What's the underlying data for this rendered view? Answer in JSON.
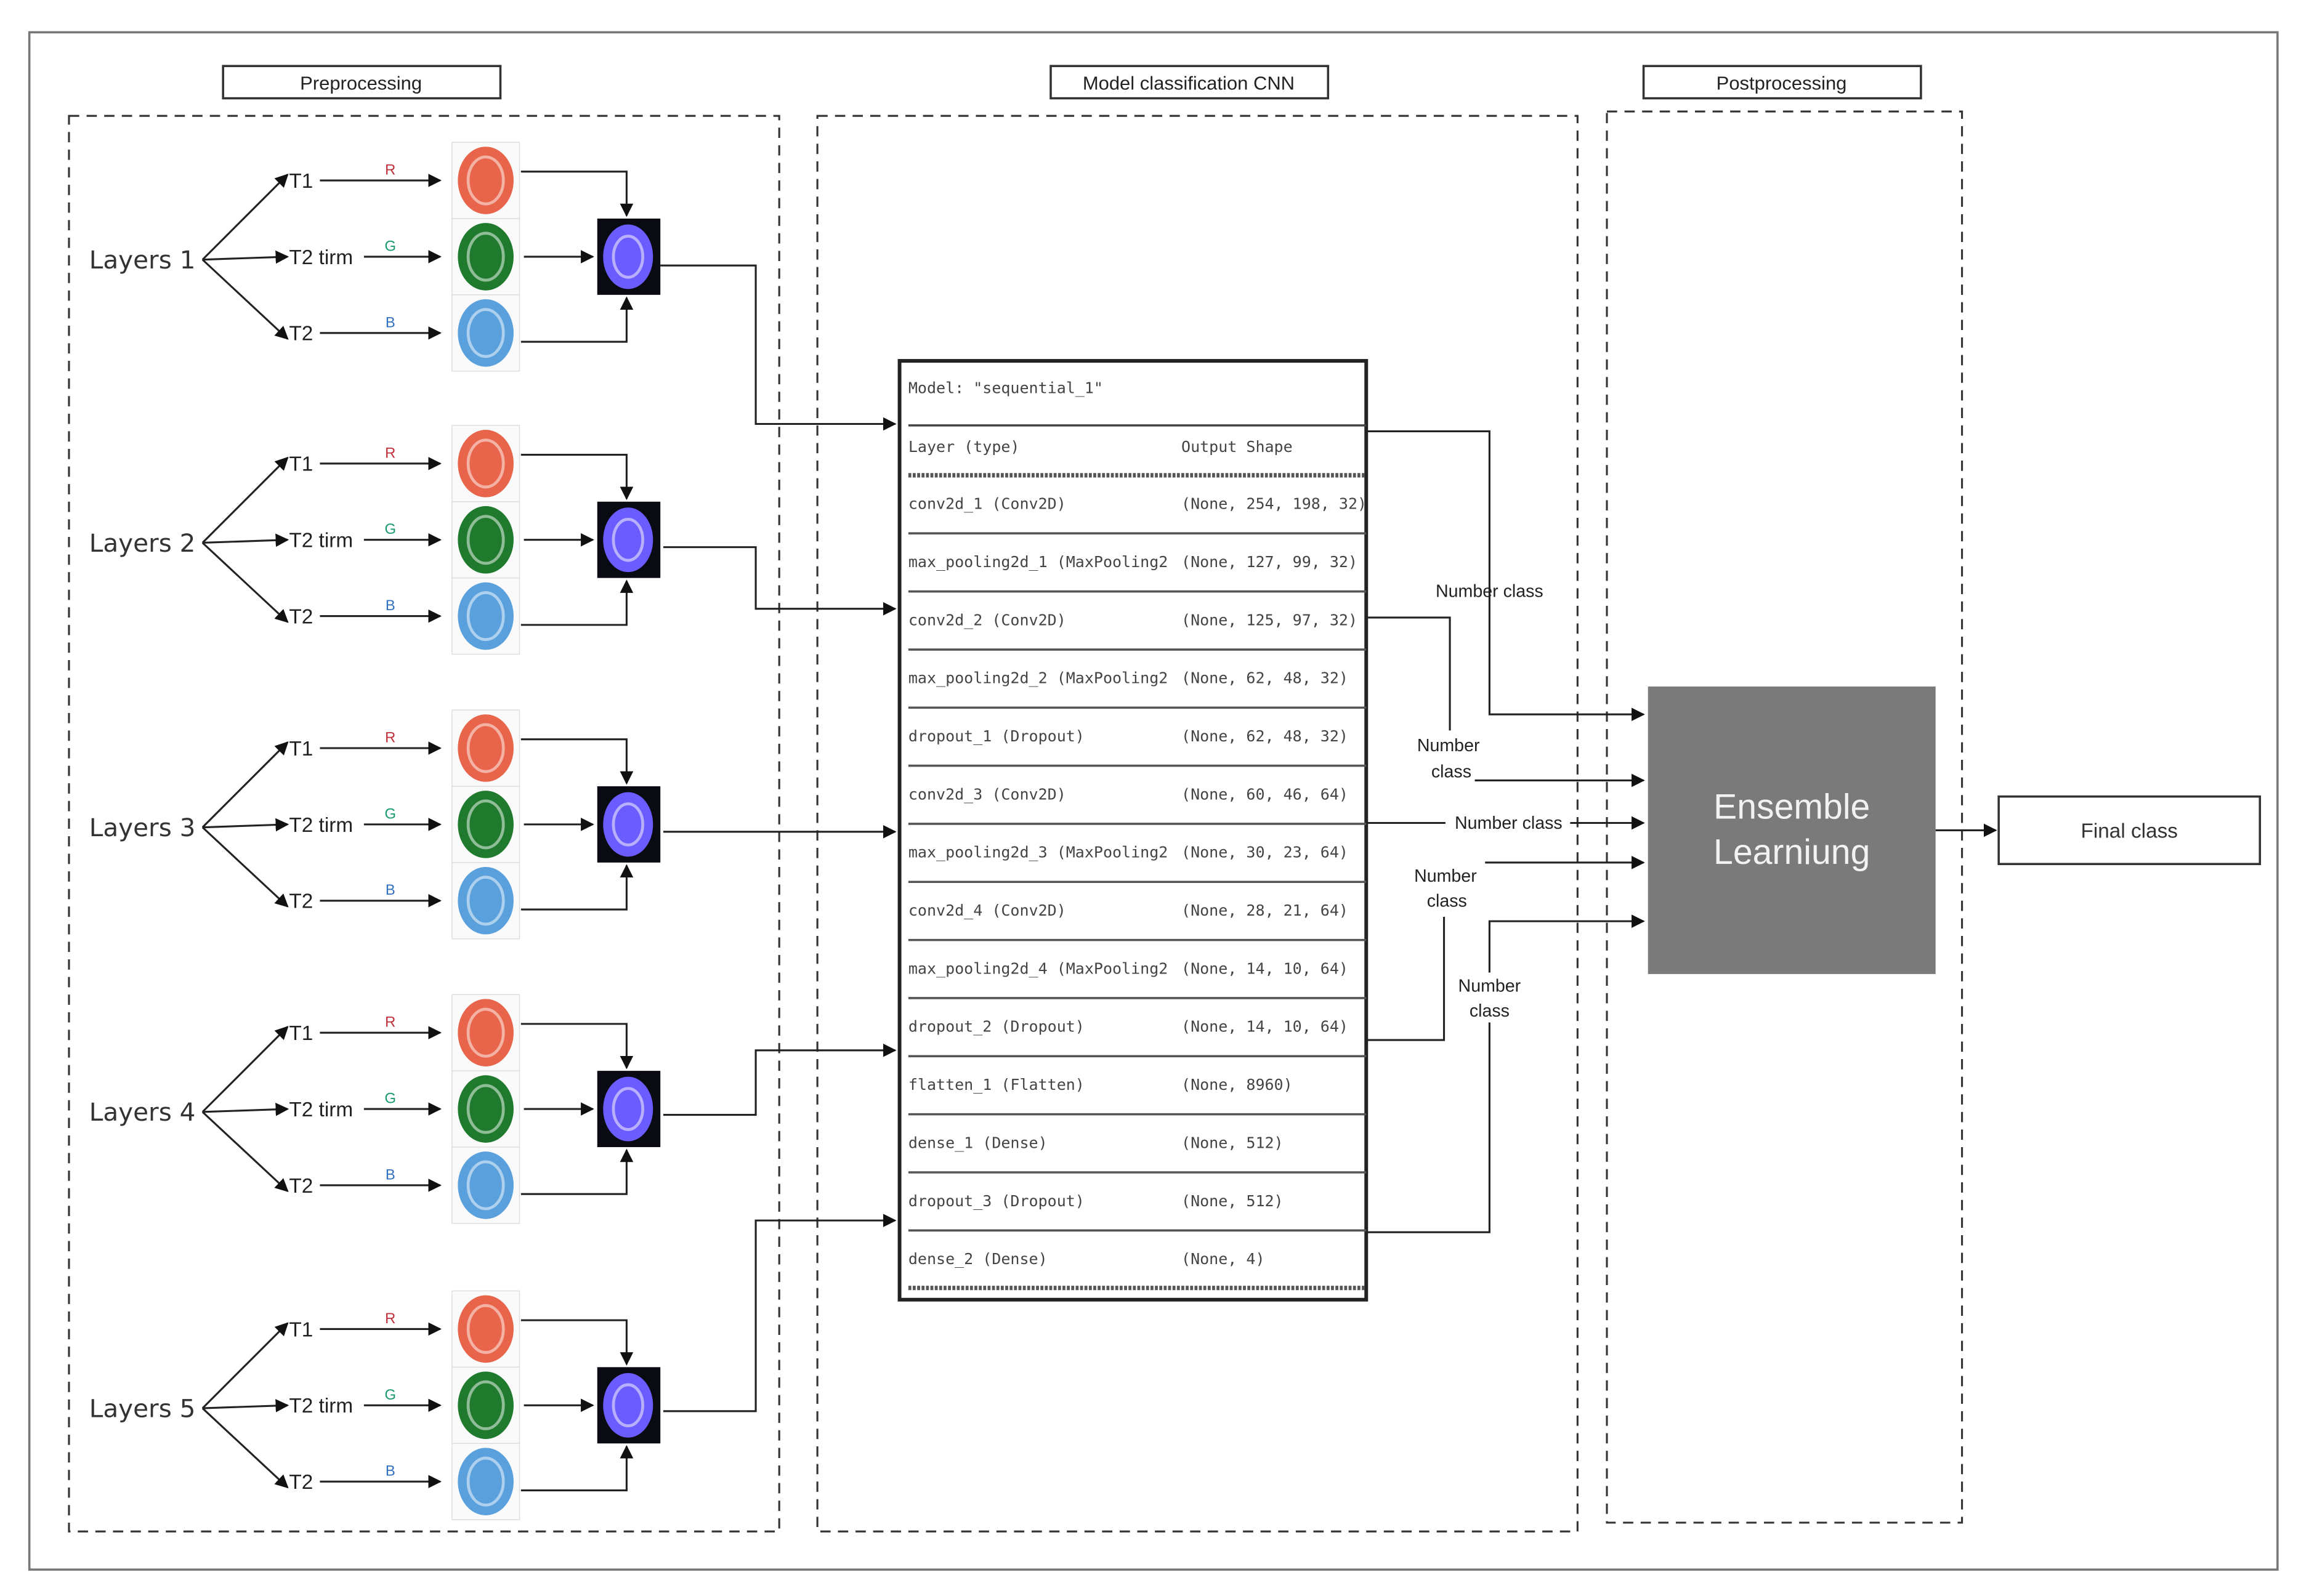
{
  "sections": {
    "preprocessing": "Preprocessing",
    "model": "Model classification CNN",
    "postprocessing": "Postprocessing"
  },
  "layers": [
    {
      "label": "Layers 1",
      "inputs": [
        "T1",
        "T2 tirm",
        "T2"
      ],
      "channels": [
        "R",
        "G",
        "B"
      ]
    },
    {
      "label": "Layers 2",
      "inputs": [
        "T1",
        "T2 tirm",
        "T2"
      ],
      "channels": [
        "R",
        "G",
        "B"
      ]
    },
    {
      "label": "Layers 3",
      "inputs": [
        "T1",
        "T2 tirm",
        "T2"
      ],
      "channels": [
        "R",
        "G",
        "B"
      ]
    },
    {
      "label": "Layers 4",
      "inputs": [
        "T1",
        "T2 tirm",
        "T2"
      ],
      "channels": [
        "R",
        "G",
        "B"
      ]
    },
    {
      "label": "Layers 5",
      "inputs": [
        "T1",
        "T2 tirm",
        "T2"
      ],
      "channels": [
        "R",
        "G",
        "B"
      ]
    }
  ],
  "colors": {
    "t1": "#e8644a",
    "t2tirm": "#1f7a2e",
    "t2": "#5aa0dc",
    "fused": "#6a5cff",
    "channel_r": "#c0303a",
    "channel_g": "#1a9a6a",
    "channel_b": "#3070c0",
    "ensemble_bg": "#7a7a7a"
  },
  "model": {
    "title": "Model: \"sequential_1\"",
    "header": {
      "layer": "Layer (type)",
      "shape": "Output Shape"
    },
    "rows": [
      {
        "layer": "conv2d_1 (Conv2D)",
        "shape": "(None, 254, 198, 32)"
      },
      {
        "layer": "max_pooling2d_1 (MaxPooling2",
        "shape": "(None, 127, 99, 32)"
      },
      {
        "layer": "conv2d_2 (Conv2D)",
        "shape": "(None, 125, 97, 32)"
      },
      {
        "layer": "max_pooling2d_2 (MaxPooling2",
        "shape": "(None, 62, 48, 32)"
      },
      {
        "layer": "dropout_1 (Dropout)",
        "shape": "(None, 62, 48, 32)"
      },
      {
        "layer": "conv2d_3 (Conv2D)",
        "shape": "(None, 60, 46, 64)"
      },
      {
        "layer": "max_pooling2d_3 (MaxPooling2",
        "shape": "(None, 30, 23, 64)"
      },
      {
        "layer": "conv2d_4 (Conv2D)",
        "shape": "(None, 28, 21, 64)"
      },
      {
        "layer": "max_pooling2d_4 (MaxPooling2",
        "shape": "(None, 14, 10, 64)"
      },
      {
        "layer": "dropout_2 (Dropout)",
        "shape": "(None, 14, 10, 64)"
      },
      {
        "layer": "flatten_1 (Flatten)",
        "shape": "(None, 8960)"
      },
      {
        "layer": "dense_1 (Dense)",
        "shape": "(None, 512)"
      },
      {
        "layer": "dropout_3 (Dropout)",
        "shape": "(None, 512)"
      },
      {
        "layer": "dense_2 (Dense)",
        "shape": "(None, 4)"
      }
    ]
  },
  "outputs": {
    "number_class": "Number class",
    "number_line1": "Number",
    "number_line2": "class"
  },
  "ensemble": {
    "line1": "Ensemble",
    "line2": "Learniung"
  },
  "final": "Final class"
}
